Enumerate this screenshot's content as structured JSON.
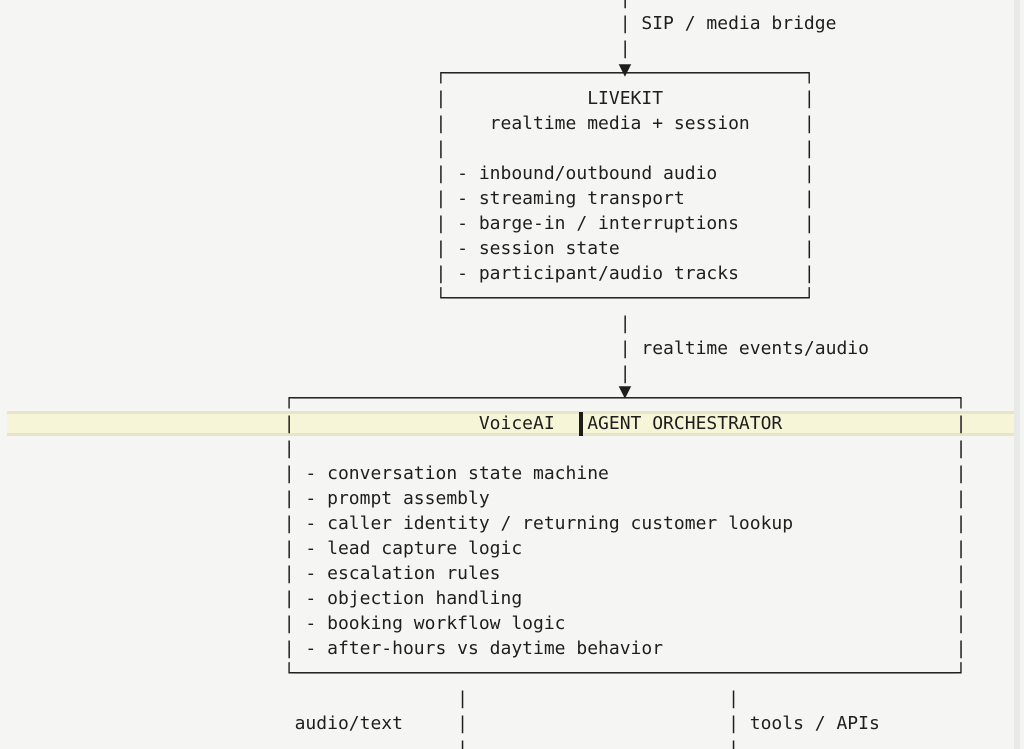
{
  "editor": {
    "lines": [
      [
        57,
        "|"
      ],
      [
        57,
        "| SIP / media bridge"
      ],
      [
        57,
        "|"
      ],
      [
        40,
        "┌",
        [
          "─",
          33
        ],
        "┐"
      ],
      [
        40,
        "|",
        13,
        "LIVEKIT",
        13,
        "|"
      ],
      [
        40,
        "|",
        4,
        "realtime media + session",
        5,
        "|"
      ],
      [
        40,
        "|",
        33,
        "|"
      ],
      [
        40,
        "| - inbound/outbound audio",
        8,
        "|"
      ],
      [
        40,
        "| - streaming transport",
        11,
        "|"
      ],
      [
        40,
        "| - barge-in / interruptions",
        6,
        "|"
      ],
      [
        40,
        "| - session state",
        17,
        "|"
      ],
      [
        40,
        "| - participant/audio tracks",
        6,
        "|"
      ],
      [
        40,
        "└",
        [
          "─",
          33
        ],
        "┘"
      ],
      [
        57,
        "|"
      ],
      [
        57,
        "| realtime events/audio"
      ],
      [
        57,
        "|"
      ],
      [
        26,
        "┌",
        [
          "─",
          61
        ],
        "┐"
      ],
      [
        26,
        "|",
        17,
        "VoiceAI",
        3,
        "AGENT ORCHESTRATOR",
        16,
        "|"
      ],
      [
        26,
        "|",
        61,
        "|"
      ],
      [
        26,
        "| - conversation state machine",
        32,
        "|"
      ],
      [
        26,
        "| - prompt assembly",
        43,
        "|"
      ],
      [
        26,
        "| - caller identity / returning customer lookup",
        15,
        "|"
      ],
      [
        26,
        "| - lead capture logic",
        40,
        "|"
      ],
      [
        26,
        "| - escalation rules",
        42,
        "|"
      ],
      [
        26,
        "| - objection handling",
        40,
        "|"
      ],
      [
        26,
        "| - booking workflow logic",
        36,
        "|"
      ],
      [
        26,
        "| - after-hours vs daytime behavior",
        27,
        "|"
      ],
      [
        26,
        "└",
        [
          "─",
          61
        ],
        "┘"
      ],
      [
        42,
        "|",
        24,
        "|"
      ],
      [
        27,
        "audio/text",
        5,
        "|",
        24,
        "| tools / APIs"
      ],
      [
        42,
        "|",
        24,
        "|"
      ]
    ]
  },
  "glyphs": {
    "arrow_down": "▼"
  },
  "diagram": {
    "connector_labels": {
      "top_in": "SIP / media bridge",
      "livekit_to_orchestrator": "realtime events/audio",
      "bottom_left_out": "audio/text",
      "bottom_right_out": "tools / APIs"
    },
    "nodes": [
      {
        "id": "livekit",
        "title": "LIVEKIT",
        "subtitle": "realtime media + session",
        "bullets": [
          "inbound/outbound audio",
          "streaming transport",
          "barge-in / interruptions",
          "session state",
          "participant/audio tracks"
        ]
      },
      {
        "id": "voiceai-agent-orchestrator",
        "title": "VoiceAI AGENT ORCHESTRATOR",
        "bullets": [
          "conversation state machine",
          "prompt assembly",
          "caller identity / returning customer lookup",
          "lead capture logic",
          "escalation rules",
          "objection handling",
          "booking workflow logic",
          "after-hours vs daytime behavior"
        ]
      }
    ]
  },
  "colors": {
    "background": "#f5f5f4",
    "text": "#1e1e1c",
    "line_highlight_fill": "#f7f5d8",
    "line_highlight_edge": "#e7e5c5",
    "caret": "#1c1c1a",
    "scrollbar_track": "#e9e9e9"
  }
}
